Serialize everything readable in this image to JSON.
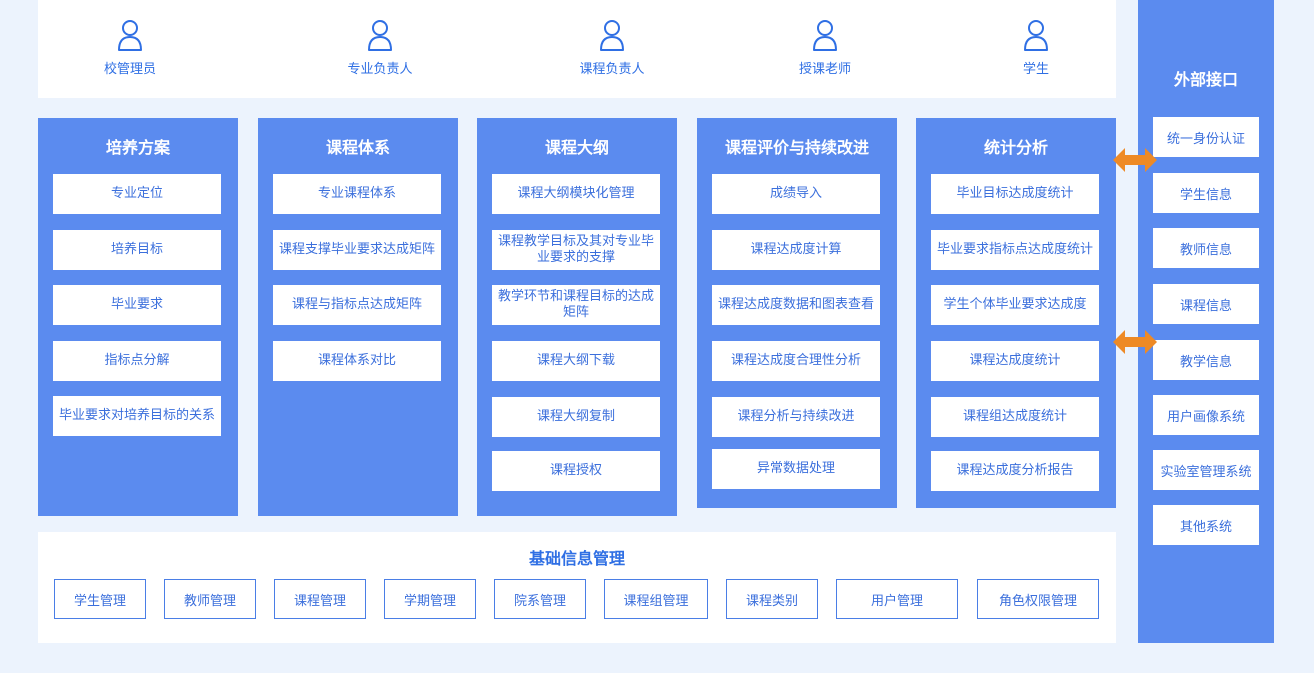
{
  "roles": [
    "校管理员",
    "专业负责人",
    "课程负责人",
    "授课老师",
    "学生"
  ],
  "modules": [
    {
      "title": "培养方案",
      "items": [
        "专业定位",
        "培养目标",
        "毕业要求",
        "指标点分解",
        "毕业要求对培养目标的关系"
      ]
    },
    {
      "title": "课程体系",
      "items": [
        "专业课程体系",
        "课程支撑毕业要求达成矩阵",
        "课程与指标点达成矩阵",
        "课程体系对比"
      ]
    },
    {
      "title": "课程大纲",
      "items": [
        "课程大纲模块化管理",
        "课程教学目标及其对专业毕业要求的支撑",
        "教学环节和课程目标的达成矩阵",
        "课程大纲下载",
        "课程大纲复制",
        "课程授权"
      ]
    },
    {
      "title": "课程评价与持续改进",
      "items": [
        "成绩导入",
        "课程达成度计算",
        "课程达成度数据和图表查看",
        "课程达成度合理性分析",
        "课程分析与持续改进",
        "异常数据处理"
      ]
    },
    {
      "title": "统计分析",
      "items": [
        "毕业目标达成度统计",
        "毕业要求指标点达成度统计",
        "学生个体毕业要求达成度",
        "课程达成度统计",
        "课程组达成度统计",
        "课程达成度分析报告"
      ]
    }
  ],
  "external": {
    "title": "外部接口",
    "items": [
      "统一身份认证",
      "学生信息",
      "教师信息",
      "课程信息",
      "教学信息",
      "用户画像系统",
      "实验室管理系统",
      "其他系统"
    ]
  },
  "base": {
    "title": "基础信息管理",
    "items": [
      "学生管理",
      "教师管理",
      "课程管理",
      "学期管理",
      "院系管理",
      "课程组管理",
      "课程类别",
      "用户管理",
      "角色权限管理"
    ]
  },
  "colors": {
    "panel": "#5b8bef",
    "text_blue": "#3b6fdc",
    "arrow": "#ee8a26",
    "background": "#ecf3fd"
  },
  "icons": {
    "role": "user-icon",
    "link": "double-arrow-icon"
  }
}
